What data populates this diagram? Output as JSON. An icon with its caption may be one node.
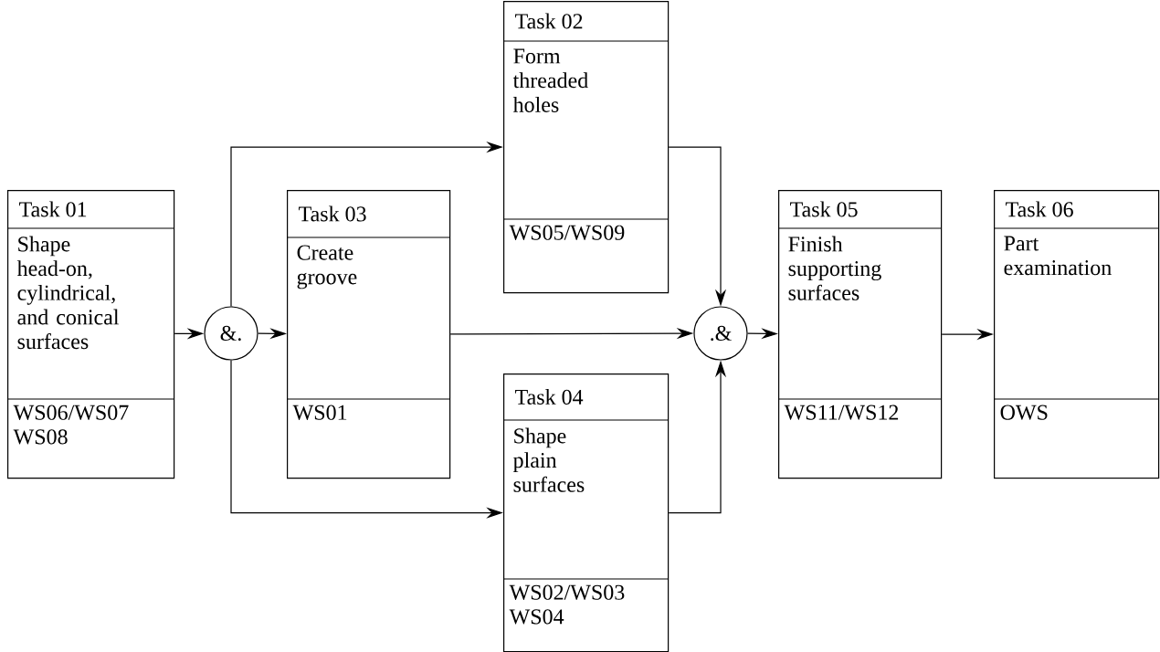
{
  "diagram": {
    "nodes": [
      {
        "text": [
          "Task 01",
          "Shape head-on, cylindrical, and conical surfaces",
          "WS06/WS07 WS08"
        ]
      },
      {
        "text": [
          "&."
        ]
      },
      {
        "text": [
          "Task 02",
          "Form threaded holes",
          "WS05/WS09"
        ]
      },
      {
        "text": [
          "Task 03",
          "Create groove",
          "WS01"
        ]
      },
      {
        "text": [
          "Task 04",
          "Shape plain surfaces",
          "WS02/WS03 WS04"
        ]
      },
      {
        "text": [
          ".&"
        ]
      },
      {
        "text": [
          "Task 05",
          "Finish supporting surfaces",
          "WS11/WS12"
        ]
      },
      {
        "text": [
          "Task 06",
          "Part examination",
          "OWS"
        ]
      }
    ],
    "edges": [
      {
        "from": 0,
        "to": 1,
        "arrow": "to"
      },
      {
        "from": 1,
        "to": 2,
        "arrow": "to"
      },
      {
        "from": 1,
        "to": 3,
        "arrow": "to"
      },
      {
        "from": 1,
        "to": 4,
        "arrow": "to"
      },
      {
        "from": 2,
        "to": 5,
        "arrow": "to"
      },
      {
        "from": 3,
        "to": 5,
        "arrow": "to"
      },
      {
        "from": 4,
        "to": 5,
        "arrow": "to"
      },
      {
        "from": 5,
        "to": 6,
        "arrow": "to"
      },
      {
        "from": 6,
        "to": 7,
        "arrow": "to"
      }
    ]
  }
}
